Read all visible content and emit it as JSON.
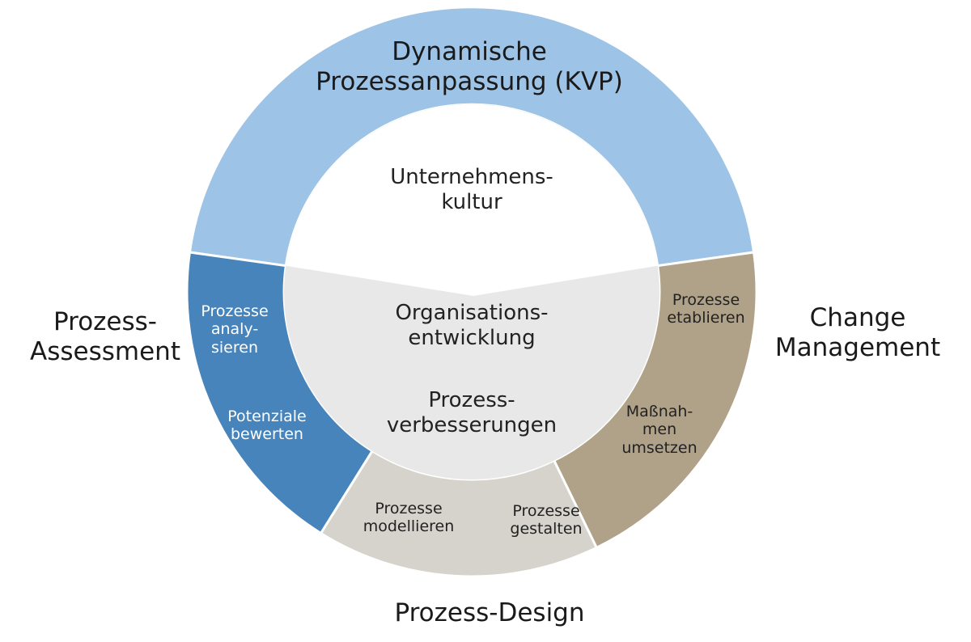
{
  "diagram": {
    "top_segment": [
      "Dynamische",
      "Prozessanpassung (KVP)"
    ],
    "inner_top": [
      "Unternehmens-",
      "kultur"
    ],
    "inner_org": [
      "Organisations-",
      "entwicklung"
    ],
    "inner_proc": [
      "Prozess-",
      "verbesserungen"
    ],
    "left_segment": {
      "item1": [
        "Prozesse",
        "analy-",
        "sieren"
      ],
      "item2": [
        "Potenziale",
        "bewerten"
      ]
    },
    "bottom_segment": {
      "item1": [
        "Prozesse",
        "modellieren"
      ],
      "item2": [
        "Prozesse",
        "gestalten"
      ]
    },
    "right_segment": {
      "item1": [
        "Prozesse",
        "etablieren"
      ],
      "item2": [
        "Maßnah-",
        "men",
        "umsetzen"
      ]
    },
    "outer": {
      "left": [
        "Prozess-",
        "Assessment"
      ],
      "right": [
        "Change",
        "Management"
      ],
      "bottom": "Prozess-Design"
    },
    "colors": {
      "top": "#9dc3e6",
      "left": "#4784bb",
      "bottom": "#d6d2cc",
      "right": "#b0a289",
      "inner_lower": "#e8e8e8",
      "inner_upper": "#ffffff"
    }
  }
}
